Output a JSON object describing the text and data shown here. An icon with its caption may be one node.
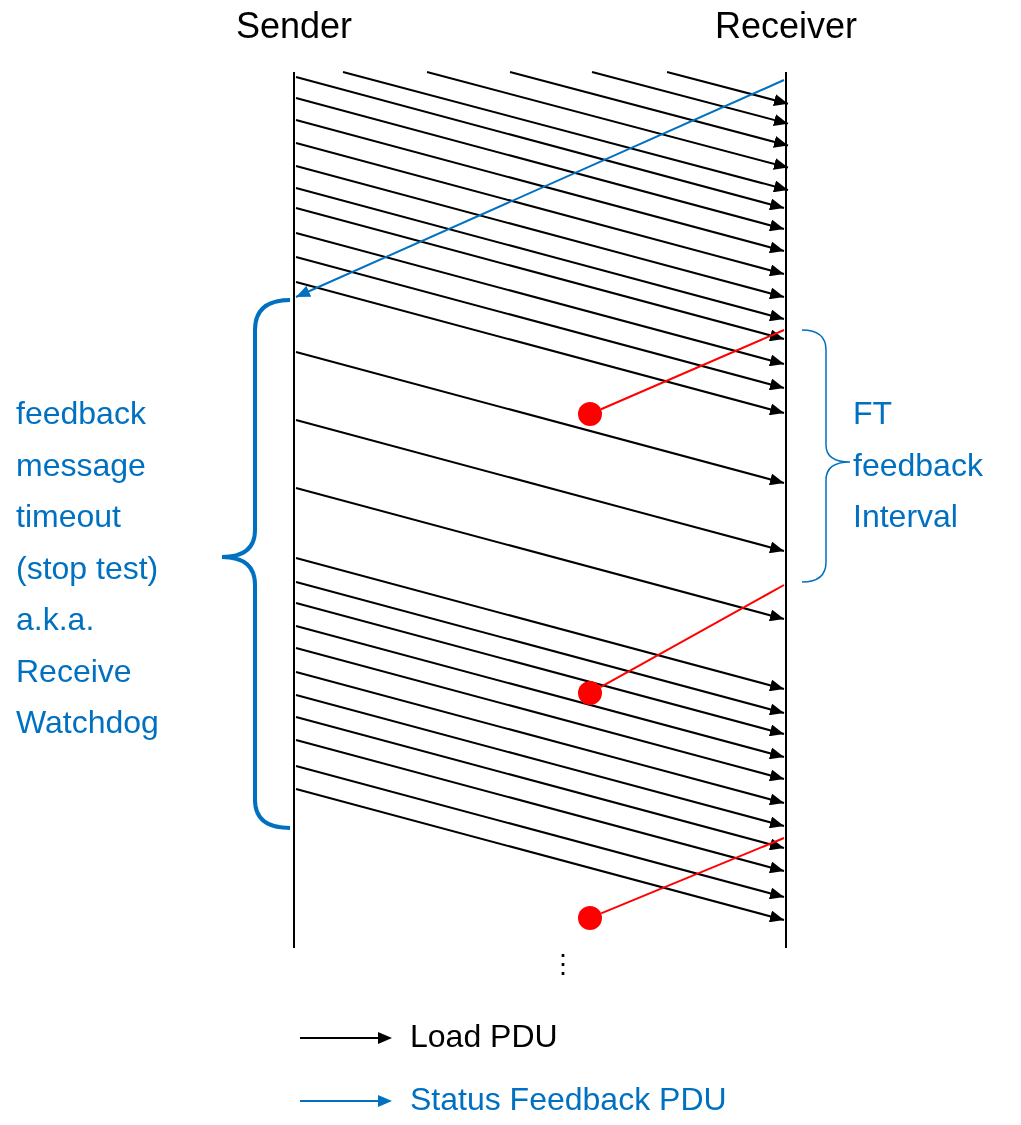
{
  "diagram": {
    "nodes": [
      {
        "text": [
          "Sender"
        ]
      },
      {
        "text": [
          "Receiver"
        ]
      },
      {
        "text": [],
        "shape": "circle"
      },
      {
        "text": [],
        "shape": "circle"
      },
      {
        "text": [],
        "shape": "circle"
      }
    ],
    "edges": [
      {
        "from": null,
        "to": 1,
        "arrow": "to"
      },
      {
        "from": null,
        "to": 1,
        "arrow": "to"
      },
      {
        "from": null,
        "to": 1,
        "arrow": "to"
      },
      {
        "from": null,
        "to": 1,
        "arrow": "to"
      },
      {
        "from": null,
        "to": 1,
        "arrow": "to"
      },
      {
        "from": 0,
        "to": 1,
        "arrow": "to"
      },
      {
        "from": 0,
        "to": 1,
        "arrow": "to"
      },
      {
        "from": 0,
        "to": 1,
        "arrow": "to"
      },
      {
        "from": 0,
        "to": 1,
        "arrow": "to"
      },
      {
        "from": 0,
        "to": 1,
        "arrow": "to"
      },
      {
        "from": 0,
        "to": 1,
        "arrow": "to"
      },
      {
        "from": 0,
        "to": 1,
        "arrow": "to"
      },
      {
        "from": 0,
        "to": 1,
        "arrow": "to"
      },
      {
        "from": 0,
        "to": 1,
        "arrow": "to"
      },
      {
        "from": 0,
        "to": 1,
        "arrow": "to"
      },
      {
        "from": 0,
        "to": 1,
        "arrow": "to"
      },
      {
        "from": 0,
        "to": 1,
        "arrow": "to"
      },
      {
        "from": 0,
        "to": 1,
        "arrow": "to"
      },
      {
        "from": 0,
        "to": 1,
        "arrow": "to"
      },
      {
        "from": 0,
        "to": 1,
        "arrow": "to"
      },
      {
        "from": 0,
        "to": 1,
        "arrow": "to"
      },
      {
        "from": 0,
        "to": 1,
        "arrow": "to"
      },
      {
        "from": 0,
        "to": 1,
        "arrow": "to"
      },
      {
        "from": 0,
        "to": 1,
        "arrow": "to"
      },
      {
        "from": 0,
        "to": 1,
        "arrow": "to"
      },
      {
        "from": 0,
        "to": 1,
        "arrow": "to"
      },
      {
        "from": 0,
        "to": 1,
        "arrow": "to"
      },
      {
        "from": 0,
        "to": 1,
        "arrow": "to"
      },
      {
        "from": 0,
        "to": 1,
        "arrow": "to"
      },
      {
        "from": 1,
        "to": 0,
        "arrow": "to",
        "color": "#0070c0"
      },
      {
        "from": 1,
        "to": 2,
        "arrow": "none",
        "color": "#ff0000"
      },
      {
        "from": 1,
        "to": 3,
        "arrow": "none",
        "color": "#ff0000"
      },
      {
        "from": 1,
        "to": 4,
        "arrow": "none",
        "color": "#ff0000"
      }
    ],
    "labels": [
      "feedback message timeout (stop test) a.k.a. Receive Watchdog",
      "FT feedback Interval",
      "⋮"
    ],
    "legend": [
      {
        "text": "Load PDU"
      },
      {
        "text": "Status Feedback PDU"
      }
    ]
  }
}
